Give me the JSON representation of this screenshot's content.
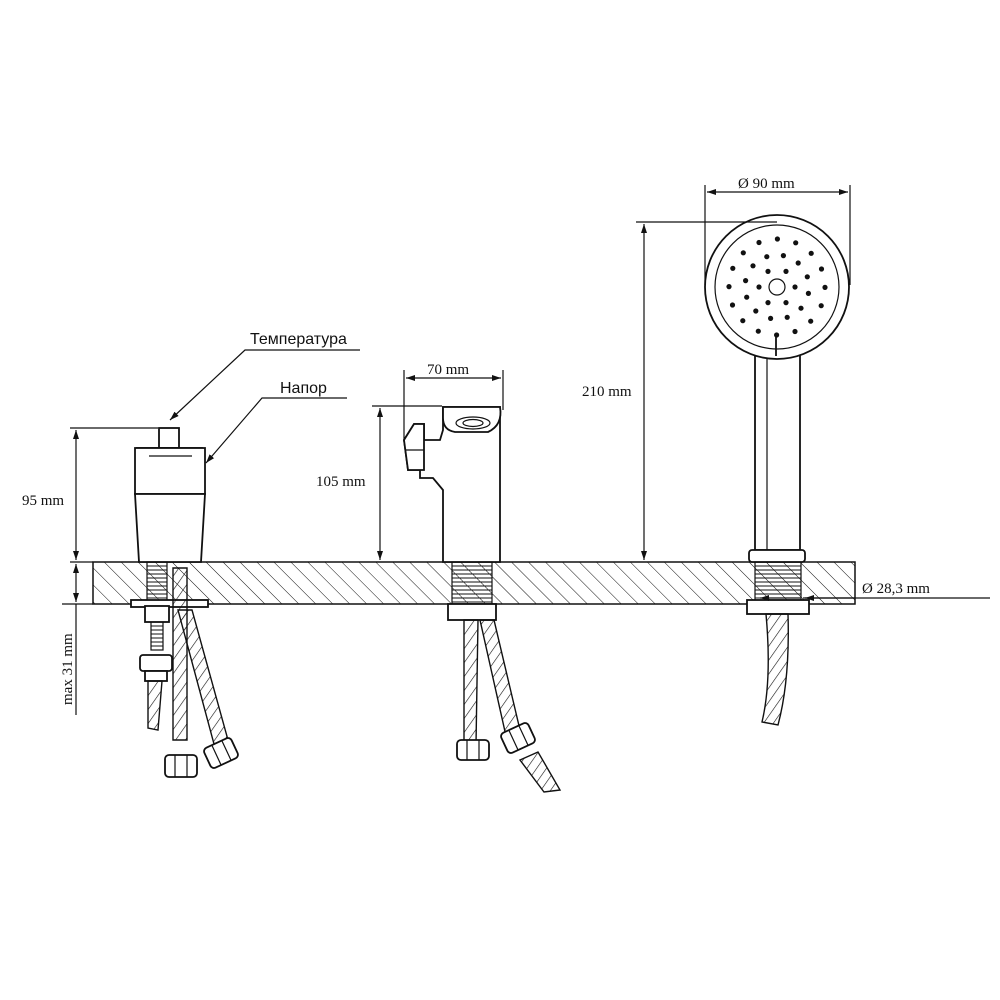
{
  "labels": {
    "temperature": "Температура",
    "pressure": "Напор"
  },
  "dimensions": {
    "mixer_height": "95 mm",
    "max_thickness": "max 31 mm",
    "spout_width": "70 mm",
    "spout_height": "105 mm",
    "shower_height": "210 mm",
    "shower_diameter": "Ø 90 mm",
    "hole_diameter": "Ø 28,3 mm"
  }
}
